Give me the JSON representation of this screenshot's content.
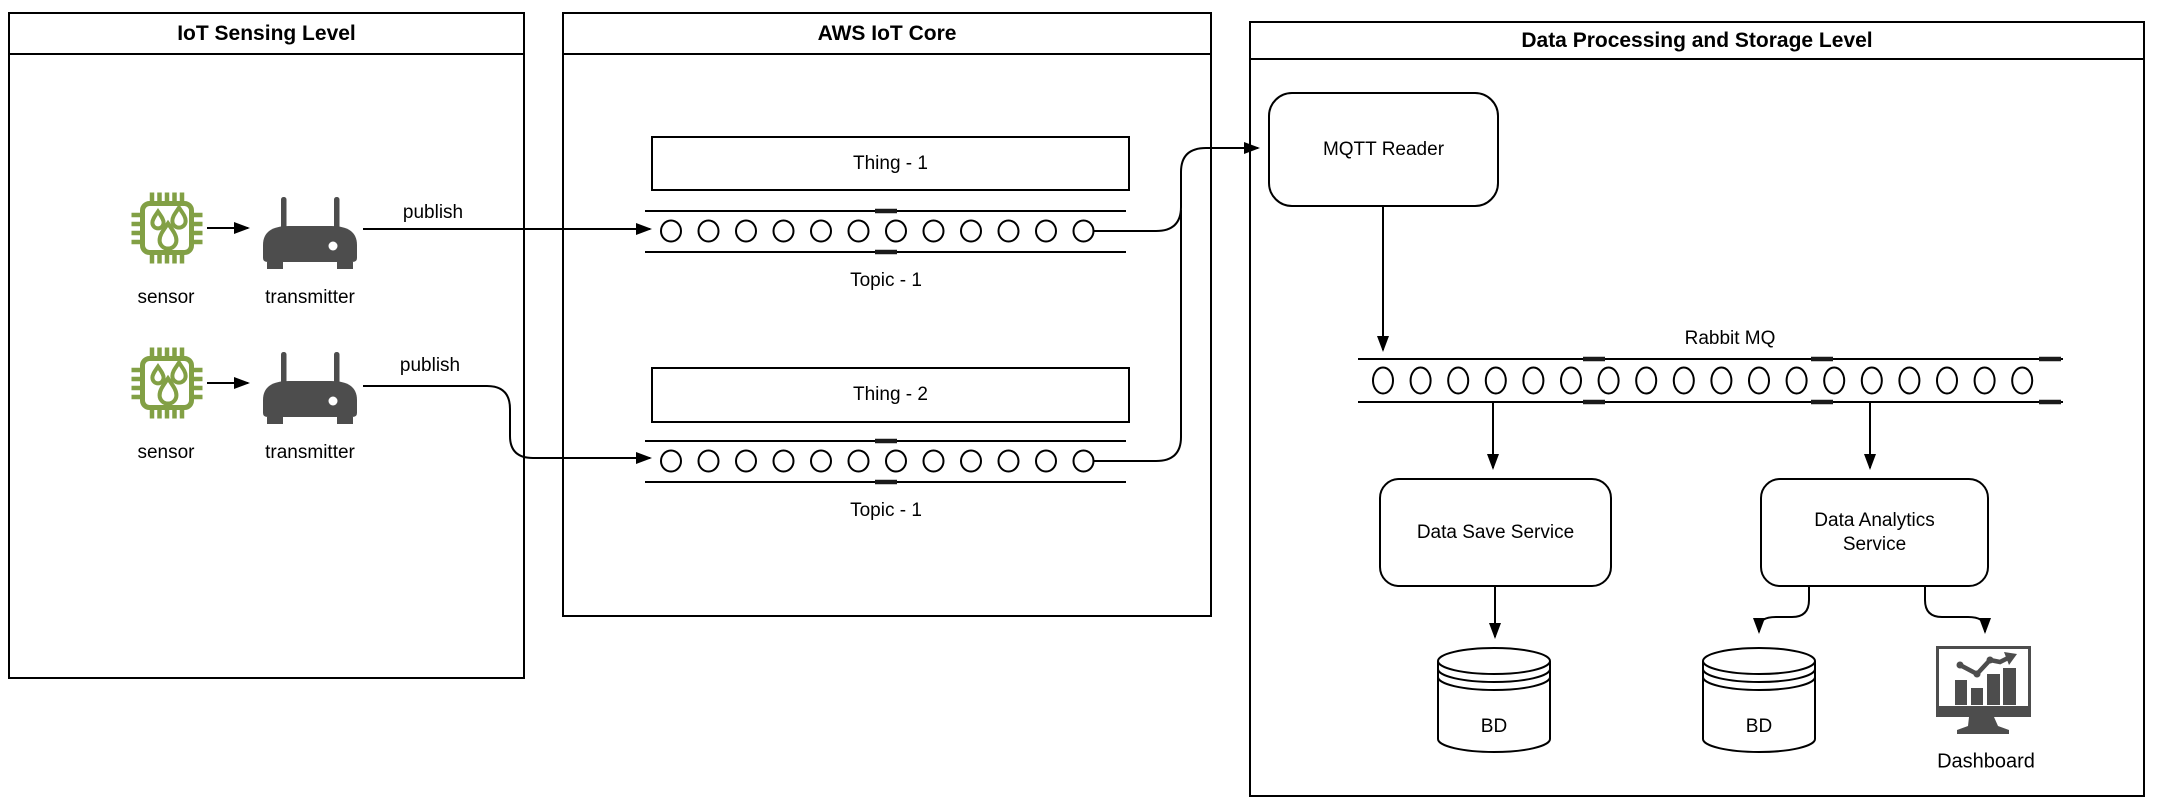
{
  "sections": {
    "sensing": {
      "title": "IoT Sensing Level"
    },
    "aws": {
      "title": "AWS IoT Core"
    },
    "processing": {
      "title": "Data Processing and Storage Level"
    }
  },
  "sensing": {
    "row1": {
      "sensor_label": "sensor",
      "transmitter_label": "transmitter",
      "publish_label": "publish"
    },
    "row2": {
      "sensor_label": "sensor",
      "transmitter_label": "transmitter",
      "publish_label": "publish"
    }
  },
  "aws": {
    "thing1": {
      "label": "Thing - 1",
      "topic_label": "Topic - 1",
      "queue_slots": 12
    },
    "thing2": {
      "label": "Thing - 2",
      "topic_label": "Topic - 1",
      "queue_slots": 12
    }
  },
  "processing": {
    "mqtt_reader_label": "MQTT Reader",
    "rabbitmq_label": "Rabbit MQ",
    "rabbitmq_queue_slots": 18,
    "data_save_service_label": "Data Save Service",
    "data_analytics_service_label": "Data Analytics Service",
    "database1_label": "BD",
    "database2_label": "BD",
    "dashboard_label": "Dashboard"
  },
  "colors": {
    "sensor_green": "#82A045",
    "device_gray": "#4D4D4D",
    "line_black": "#000000",
    "background": "#FFFFFF"
  }
}
